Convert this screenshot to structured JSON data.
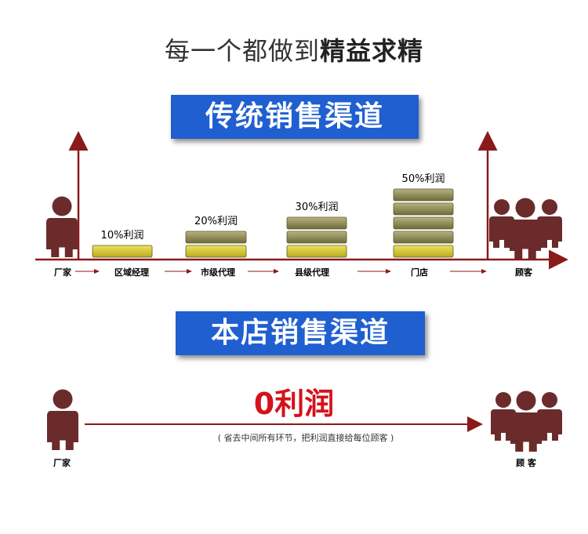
{
  "headline": {
    "normal": "每一个都做到",
    "bold": "精益求精"
  },
  "traditional": {
    "banner": "传统销售渠道",
    "stages": [
      {
        "label": "厂家"
      },
      {
        "label": "区域经理",
        "profit": "10%利润",
        "layers": 1
      },
      {
        "label": "市级代理",
        "profit": "20%利润",
        "layers": 2
      },
      {
        "label": "县级代理",
        "profit": "30%利润",
        "layers": 3
      },
      {
        "label": "门店",
        "profit": "50%利润",
        "layers": 5
      },
      {
        "label": "顾客"
      }
    ]
  },
  "store": {
    "banner": "本店销售渠道",
    "profit": "0利润",
    "note": "( 省去中间所有环节，把利润直接给每位顾客 )",
    "from_label": "厂家",
    "to_label": "顾 客"
  },
  "colors": {
    "banner": "#1f5fd0",
    "arrow": "#8b1a1a",
    "person": "#6b2b2b",
    "profit_text": "#d4121c",
    "layer_yellow": "#d8cf3a",
    "layer_olive": "#8e8a4e"
  }
}
